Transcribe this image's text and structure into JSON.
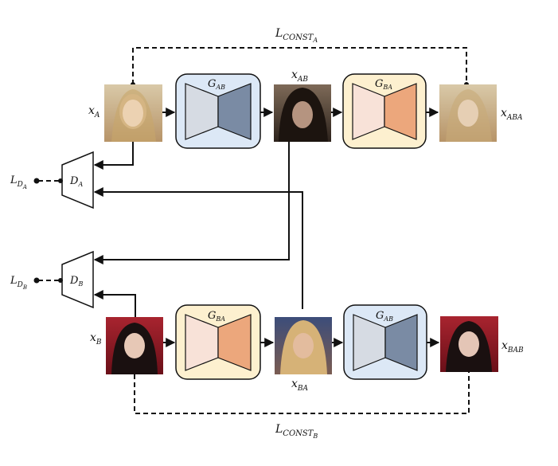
{
  "labels": {
    "L": "L",
    "const": "CONST",
    "A": "A",
    "B": "B",
    "G": "G",
    "AB": "AB",
    "BA": "BA",
    "ABA": "ABA",
    "BAB": "BAB",
    "D": "D",
    "x": "x",
    "DA": "D",
    "DB": "D"
  },
  "colors": {
    "gen_ab_bg": "#dce8f6",
    "gen_ab_left": "#d6dbe3",
    "gen_ab_right": "#7a8ba4",
    "gen_ba_bg": "#fdf0cf",
    "gen_ba_left": "#f8e2d8",
    "gen_ba_right": "#eca77c"
  },
  "images": {
    "face_a": "face-icon",
    "face_b": "face-icon"
  }
}
